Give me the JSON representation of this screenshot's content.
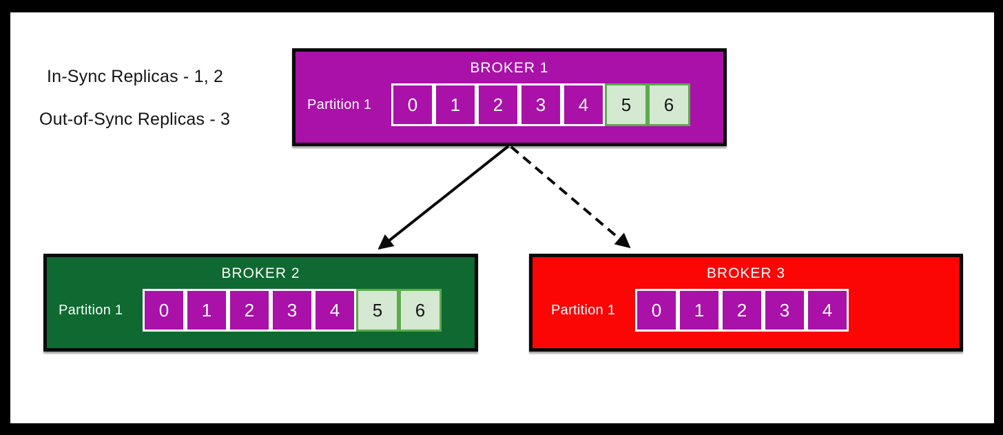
{
  "diagram": {
    "notes": [
      {
        "id": "in-sync",
        "text": "In-Sync Replicas - 1, 2"
      },
      {
        "id": "out-of-sync",
        "text": "Out-of-Sync Replicas - 3"
      }
    ],
    "brokers": [
      {
        "title": "BROKER 1",
        "partition_label": "Partition 1",
        "box_color_name": "purple",
        "cells": [
          {
            "label": "0",
            "variant": "purple"
          },
          {
            "label": "1",
            "variant": "purple"
          },
          {
            "label": "2",
            "variant": "purple"
          },
          {
            "label": "3",
            "variant": "purple"
          },
          {
            "label": "4",
            "variant": "purple"
          },
          {
            "label": "5",
            "variant": "green"
          },
          {
            "label": "6",
            "variant": "green"
          }
        ]
      },
      {
        "title": "BROKER 2",
        "partition_label": "Partition 1",
        "box_color_name": "dark_green",
        "cells": [
          {
            "label": "0",
            "variant": "purple"
          },
          {
            "label": "1",
            "variant": "purple"
          },
          {
            "label": "2",
            "variant": "purple"
          },
          {
            "label": "3",
            "variant": "purple"
          },
          {
            "label": "4",
            "variant": "purple"
          },
          {
            "label": "5",
            "variant": "green"
          },
          {
            "label": "6",
            "variant": "green"
          }
        ]
      },
      {
        "title": "BROKER 3",
        "partition_label": "Partition 1",
        "box_color_name": "red",
        "cells": [
          {
            "label": "0",
            "variant": "purple"
          },
          {
            "label": "1",
            "variant": "purple"
          },
          {
            "label": "2",
            "variant": "purple"
          },
          {
            "label": "3",
            "variant": "purple"
          },
          {
            "label": "4",
            "variant": "purple"
          }
        ]
      }
    ],
    "arrows": [
      {
        "from": "BROKER 1",
        "to": "BROKER 2",
        "style": "solid"
      },
      {
        "from": "BROKER 1",
        "to": "BROKER 3",
        "style": "dashed"
      }
    ],
    "colors": {
      "purple": "#A911A9",
      "dark_green": "#0E6A30",
      "red": "#FB0505",
      "cell_green_fill": "#D5E8D2",
      "cell_green_border": "#5CAB4A",
      "cell_border_white": "#FFFFFF",
      "title_text": "#FFFFFF",
      "frame_black": "#000000",
      "arrow_black": "#0A0A0A"
    }
  }
}
